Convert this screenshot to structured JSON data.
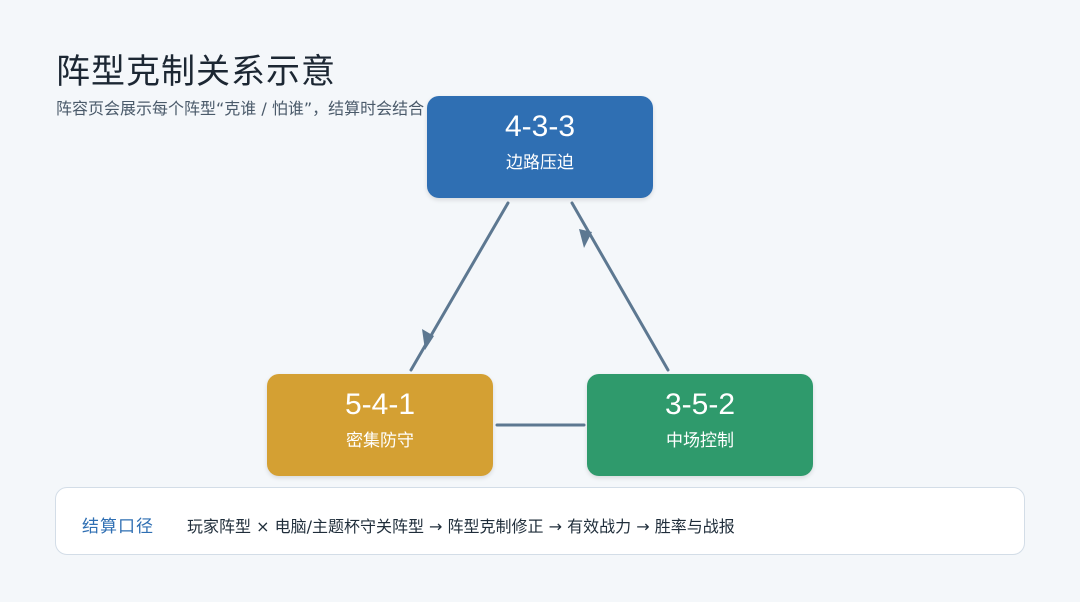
{
  "title": "阵型克制关系示意",
  "subtitle": "阵容页会展示每个阵型“克谁 / 怕谁”，结算时会结合 ... 力。",
  "nodes": [
    {
      "code": "4-3-3",
      "label": "边路压迫",
      "color": "#2f6fb3"
    },
    {
      "code": "5-4-1",
      "label": "密集防守",
      "color": "#d4a033"
    },
    {
      "code": "3-5-2",
      "label": "中场控制",
      "color": "#2f9a6c"
    }
  ],
  "edges": [
    {
      "from": "4-3-3",
      "to": "5-4-1"
    },
    {
      "from": "3-5-2",
      "to": "4-3-3"
    },
    {
      "from": "5-4-1",
      "to": "3-5-2"
    }
  ],
  "footer": {
    "label": "结算口径",
    "text": "玩家阵型 × 电脑/主题杯守关阵型 → 阵型克制修正 → 有效战力 → 胜率与战报"
  },
  "colors": {
    "edge": "#5d7891",
    "background": "#f4f7fa"
  }
}
